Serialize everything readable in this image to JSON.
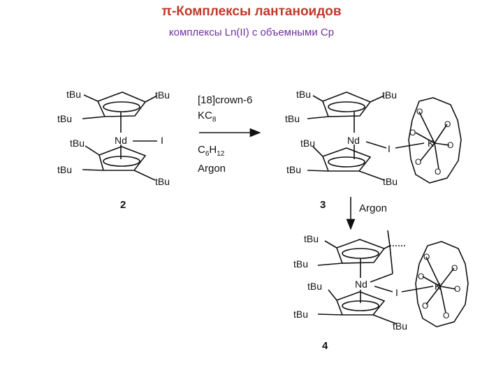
{
  "header": {
    "title": "π-Комплексы лантаноидов",
    "subtitle": "комплексы Ln(II) с объемными Cp"
  },
  "substituent": "tBu",
  "metal": "Nd",
  "iodide": "I",
  "potassium": "K",
  "oxygen": "O",
  "compounds": {
    "c2": "2",
    "c3": "3",
    "c4": "4"
  },
  "reaction1": {
    "reagent1": "[18]crown-6",
    "reagent2": "KC",
    "reagent2_sub": "8",
    "solvent_c": "C",
    "solvent_c_sub": "6",
    "solvent_h": "H",
    "solvent_h_sub": "12",
    "atmosphere": "Argon"
  },
  "reaction2": {
    "atmosphere": "Argon"
  }
}
